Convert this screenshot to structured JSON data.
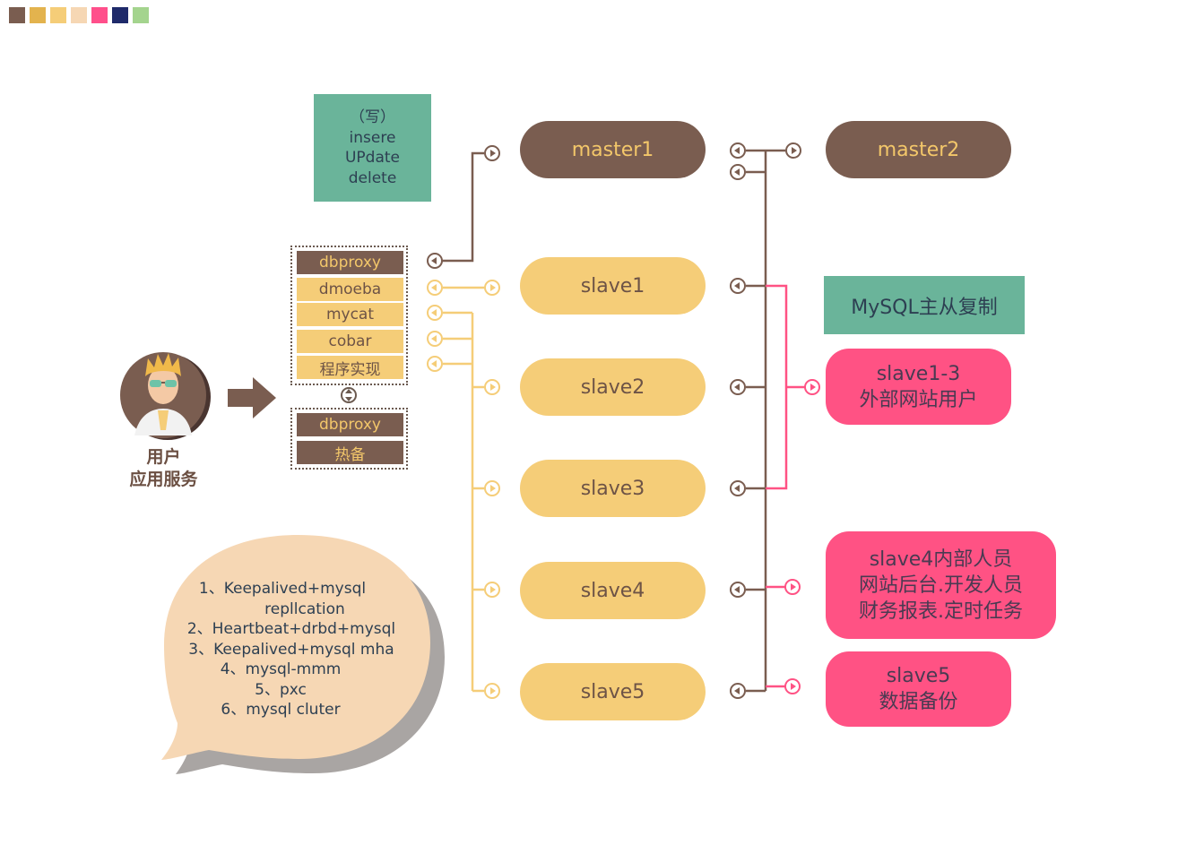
{
  "palette": [
    "#7a5d50",
    "#e3b34e",
    "#f5cd78",
    "#f6d7b4",
    "#ff4f8b",
    "#1f2a6a",
    "#a4d48e"
  ],
  "colors": {
    "brown": "#7a5d50",
    "yellow": "#f5cd78",
    "pink": "#ff5284",
    "teal": "#6ab49a",
    "peach": "#f6d7b4"
  },
  "write_box": {
    "lines": [
      "（写）",
      "insere",
      "UPdate",
      "delete"
    ]
  },
  "proxy_list": [
    "dbproxy",
    "dmoeba",
    "mycat",
    "cobar",
    "程序实现"
  ],
  "proxy_backup": [
    "dbproxy",
    "热备"
  ],
  "user": {
    "icon": "user-avatar-icon",
    "lines": [
      "用户",
      "应用服务"
    ]
  },
  "masters": [
    "master1",
    "master2"
  ],
  "slaves": [
    "slave1",
    "slave2",
    "slave3",
    "slave4",
    "slave5"
  ],
  "replication_label": "MySQL主从复制",
  "user_groups": [
    {
      "lines": [
        "slave1-3",
        "外部网站用户"
      ]
    },
    {
      "lines": [
        "slave4内部人员",
        "网站后台.开发人员",
        "财务报表.定时任务"
      ]
    },
    {
      "lines": [
        "slave5",
        "数据备份"
      ]
    }
  ],
  "ha_solutions": [
    "1、Keepalived+mysql",
    "repllcation",
    "2、Heartbeat+drbd+mysql",
    "3、Keepalived+mysql mha",
    "4、mysql-mmm",
    "5、pxc",
    "6、mysql cluter"
  ]
}
